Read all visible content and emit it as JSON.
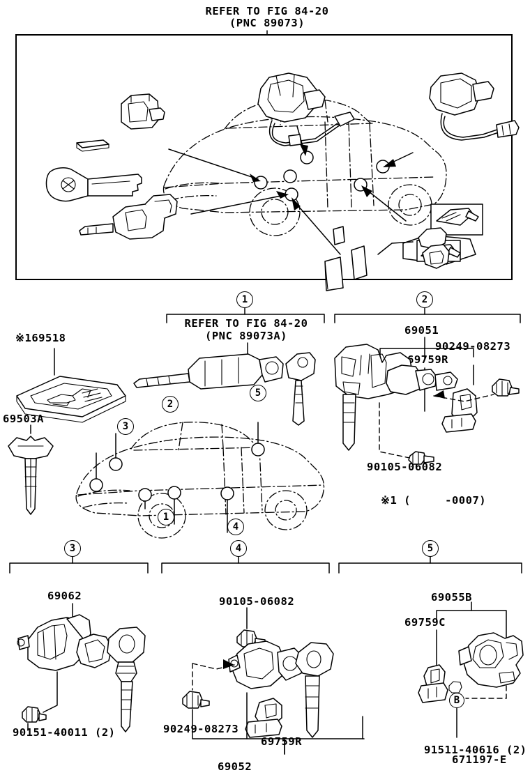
{
  "figure": {
    "id": "671197-E",
    "top_note_line1": "REFER TO FIG 84-20",
    "top_note_line2": "(PNC 89073)"
  },
  "sections": {
    "s1": {
      "marker": "1",
      "note_line1": "REFER TO FIG 84-20",
      "note_line2": "(PNC 89073A)",
      "callouts": [
        "1",
        "2",
        "3",
        "4",
        "5"
      ]
    },
    "s2": {
      "marker": "2",
      "parts": [
        "69051",
        "90249-08273",
        "69759R",
        "90105-06082"
      ],
      "footnote": "※1 (     -0007)"
    },
    "s3": {
      "marker": "3",
      "parts": [
        "69062",
        "90151-40011 (2)"
      ]
    },
    "s4": {
      "marker": "4",
      "parts": [
        "90105-06082",
        "90249-08273",
        "69759R",
        "69052"
      ]
    },
    "s5": {
      "marker": "5",
      "parts": [
        "69055B",
        "69759C",
        "91511-40616 (2)"
      ],
      "ref_marker": "B"
    }
  },
  "left_column": {
    "parts": [
      "※169518",
      "69503A"
    ]
  }
}
